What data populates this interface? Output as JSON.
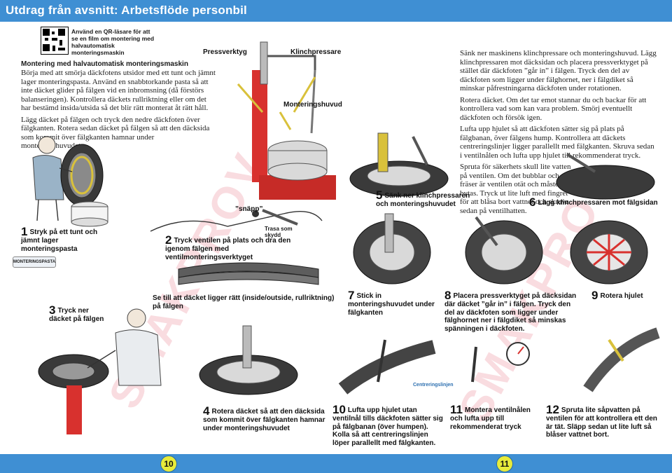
{
  "header": {
    "title": "Utdrag från avsnitt: Arbetsflöde personbil"
  },
  "qr_note": "Använd en QR-läsare för att se en film om montering med halvautomatisk monteringsmaskin",
  "intro": {
    "heading": "Montering med halvautomatisk monteringsmaskin",
    "p1": "Börja med att smörja däckfotens utsidor med ett tunt och jämnt lager monteringspasta. Använd en snabbtorkande pasta så att inte däcket glider på fälgen vid en inbromsning (då förstörs balanseringen). Kontrollera däckets rullriktning eller om det har bestämd insida/utsida så det blir rätt monterat åt rätt håll.",
    "p2": "Lägg däcket på fälgen och tryck den nedre däckfoten över fälgkanten. Rotera sedan däcket på fälgen så att den däcksida som kommit över fälgkanten hamnar under monteringshuvudet."
  },
  "right_text": {
    "p1": "Sänk ner maskinens klinchpressare och monteringshuvud. Lägg klinchpressaren mot däcksidan och placera pressverktyget på stället där däckfoten ”går in” i fälgen. Tryck den del av däckfoten som ligger under fälghornet, ner i fälgdiket så minskar påfrestningarna däckfoten under rotationen.",
    "p2": "Rotera däcket. Om det tar emot stannar du och backar för att kontrollera vad som kan vara problem. Smörj eventuellt däckfoten och försök igen.",
    "p3": "Lufta upp hjulet så att däckfoten sätter sig på plats på fälgbanan, över fälgens hump. Kontrollera att däckets centreringslinjer ligger parallellt med fälgkanten. Skruva sedan i ventilnålen och lufta upp hjulet till rekommenderat tryck.",
    "p4": "Spruta för säkerhets skull lite vatten på ventilen. Om det bubblar och fräser är ventilen otät och måste bytas. Tryck ut lite luft med fingret för att blåsa bort vattnet och skruva sedan på ventilhatten."
  },
  "labels": {
    "pressverktyg": "Pressverktyg",
    "klinchpressare": "Klinchpressare",
    "monteringshuvud": "Monteringshuvud",
    "snapp": "”snäpp”",
    "trasa": "Trasa som skydd",
    "centreringslinjen": "Centreringslinjen",
    "paste_jar": "MONTERINGSPASTA",
    "watermark": "SMAKPROV"
  },
  "steps": [
    {
      "n": "1",
      "text": "Stryk på ett tunt och jämnt lager monteringspasta"
    },
    {
      "n": "2",
      "text": "Tryck ventilen på plats och dra den igenom fälgen med ventilmonteringsverktyget"
    },
    {
      "n": "",
      "text": "Se till att däcket ligger rätt (inside/outside, rullriktning) på fälgen"
    },
    {
      "n": "3",
      "text": "Tryck ner däcket på fälgen"
    },
    {
      "n": "4",
      "text": "Rotera däcket så att den däcksida som kommit över fälgkanten hamnar under monteringshuvudet"
    },
    {
      "n": "5",
      "text": "Sänk ner klinchpressaren och monteringshuvudet"
    },
    {
      "n": "6",
      "text": "Lägg klinchpressaren mot fälgsidan"
    },
    {
      "n": "7",
      "text": "Stick in monteringshuvudet under fälgkanten"
    },
    {
      "n": "8",
      "text": "Placera pressverktyget på däcksidan där däcket ”går in” i fälgen. Tryck den del av däckfoten som ligger under fälghornet ner i fälgdiket så minskas spänningen i däckfoten."
    },
    {
      "n": "9",
      "text": "Rotera hjulet"
    },
    {
      "n": "10",
      "text": "Lufta upp hjulet utan ventilnål tills däckfoten sätter sig på fälgbanan (över humpen). Kolla så att centreringslinjen löper parallellt med fälgkanten."
    },
    {
      "n": "11",
      "text": "Montera ventilnålen och lufta upp till rekommenderat tryck"
    },
    {
      "n": "12",
      "text": "Spruta lite såpvatten på ventilen för att kontrollera ett den är tät. Släpp sedan ut lite luft så blåser vattnet bort."
    }
  ],
  "footer": {
    "page_left": "10",
    "page_right": "11"
  },
  "colors": {
    "bar": "#3f8fd3",
    "pagenum": "#e7eb3b",
    "accent_red": "#d8312e"
  }
}
